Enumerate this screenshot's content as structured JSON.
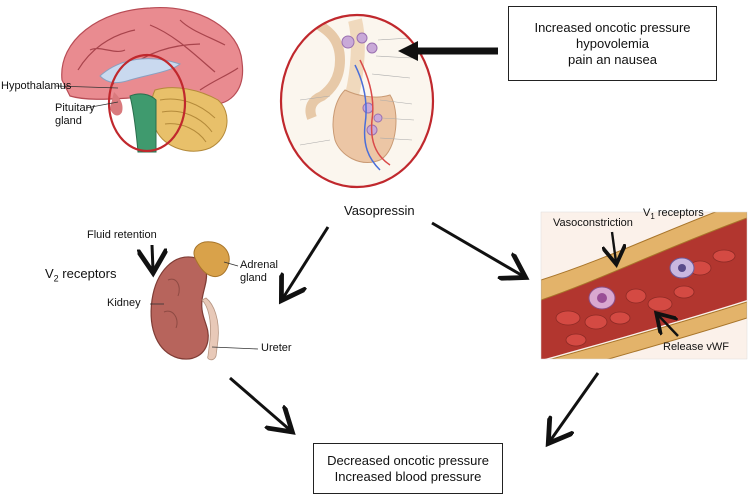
{
  "brain": {
    "hypothalamus_label": "Hypothalamus",
    "pituitary_label_line1": "Pituitary",
    "pituitary_label_line2": "gland"
  },
  "stimuli_box": {
    "line1": "Increased oncotic pressure",
    "line2": "hypovolemia",
    "line3": "pain an nausea"
  },
  "center_label": "Vasopressin",
  "kidney_panel": {
    "fluid_retention": "Fluid retention",
    "receptor_prefix": "V",
    "receptor_sub": "2",
    "receptor_suffix": " receptors",
    "kidney": "Kidney",
    "adrenal_line1": "Adrenal",
    "adrenal_line2": "gland",
    "ureter": "Ureter"
  },
  "vessel_panel": {
    "vasoconstriction": "Vasoconstriction",
    "receptor_prefix": "V",
    "receptor_sub": "1",
    "receptor_suffix": " receptors",
    "release": "Release vWF"
  },
  "result_box": {
    "line1": "Decreased oncotic pressure",
    "line2": "Increased blood pressure"
  },
  "colors": {
    "circle_red": "#c0282d",
    "brain_pink": "#e98b90",
    "brainstem_green": "#3f9a6e",
    "kidney_brown": "#b7645c",
    "adrenal_tan": "#d9a24a",
    "vessel_red": "#b2362f",
    "arrow_black": "#111111"
  }
}
